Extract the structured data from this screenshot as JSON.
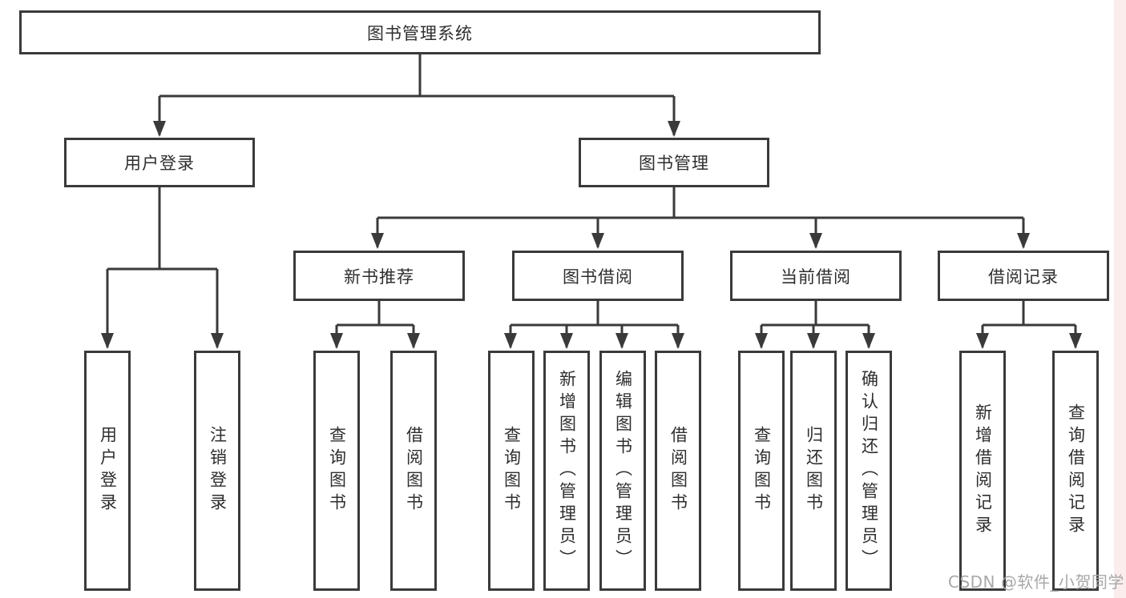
{
  "title": "图书管理系统",
  "watermark": "CSDN @软件_小贺同学",
  "colors": {
    "line": "#3a3a3a",
    "text": "#2e2e2e",
    "watermark": "#a8a8a8",
    "right_strip": "#fbedee",
    "background": "#ffffff"
  },
  "nodes": {
    "root": {
      "label": "图书管理系统"
    },
    "level2": [
      {
        "label": "用户登录"
      },
      {
        "label": "图书管理"
      }
    ],
    "level3": [
      {
        "label": "新书推荐"
      },
      {
        "label": "图书借阅"
      },
      {
        "label": "当前借阅"
      },
      {
        "label": "借阅记录"
      }
    ],
    "leaves": {
      "user_login": [
        "用户登录",
        "注销登录"
      ],
      "new_book_recommend": [
        "查询图书",
        "借阅图书"
      ],
      "book_borrow": [
        "查询图书",
        "新增图书（管理员）",
        "编辑图书（管理员）",
        "借阅图书"
      ],
      "current_borrow": [
        "查询图书",
        "归还图书",
        "确认归还（管理员）"
      ],
      "borrow_record": [
        "新增借阅记录",
        "查询借阅记录"
      ]
    }
  }
}
